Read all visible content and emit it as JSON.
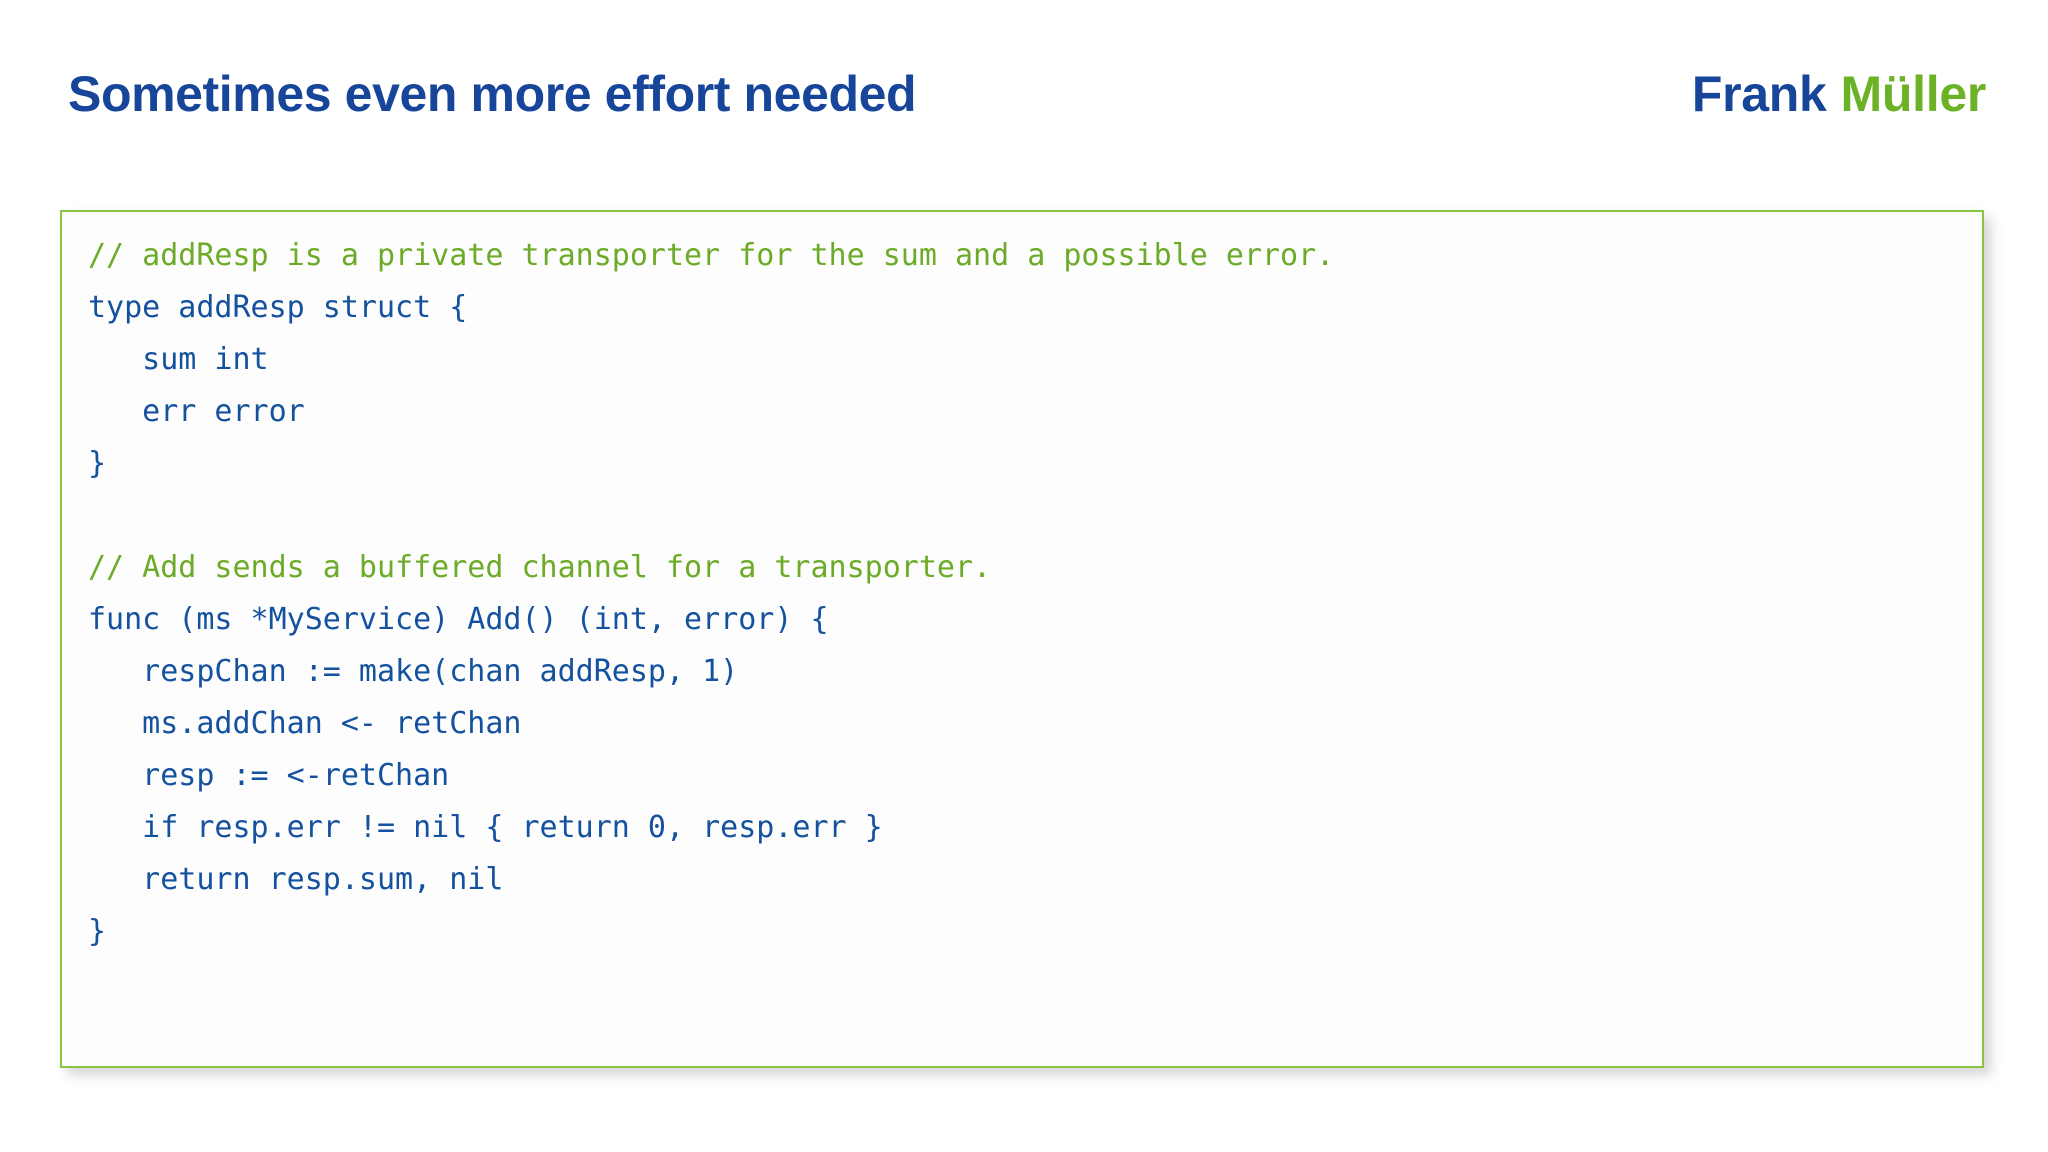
{
  "header": {
    "title": "Sometimes even more effort needed",
    "brand_first": "Frank",
    "brand_last": "Müller"
  },
  "colors": {
    "title_blue": "#17459a",
    "brand_green": "#6cb226",
    "code_blue": "#14519e",
    "comment_green": "#6cab27",
    "card_border": "#8bc53f",
    "card_background": "#fdfdfd",
    "page_background": "#ffffff"
  },
  "code_block": {
    "language": "go",
    "lines": [
      {
        "kind": "comment",
        "text": "// addResp is a private transporter for the sum and a possible error."
      },
      {
        "kind": "code",
        "text": "type addResp struct {"
      },
      {
        "kind": "code",
        "text": "   sum int"
      },
      {
        "kind": "code",
        "text": "   err error"
      },
      {
        "kind": "code",
        "text": "}"
      },
      {
        "kind": "blank",
        "text": ""
      },
      {
        "kind": "comment",
        "text": "// Add sends a buffered channel for a transporter."
      },
      {
        "kind": "code",
        "text": "func (ms *MyService) Add() (int, error) {"
      },
      {
        "kind": "code",
        "text": "   respChan := make(chan addResp, 1)"
      },
      {
        "kind": "code",
        "text": "   ms.addChan <- retChan"
      },
      {
        "kind": "code",
        "text": "   resp := <-retChan"
      },
      {
        "kind": "code",
        "text": "   if resp.err != nil { return 0, resp.err }"
      },
      {
        "kind": "code",
        "text": "   return resp.sum, nil"
      },
      {
        "kind": "code",
        "text": "}"
      }
    ]
  }
}
